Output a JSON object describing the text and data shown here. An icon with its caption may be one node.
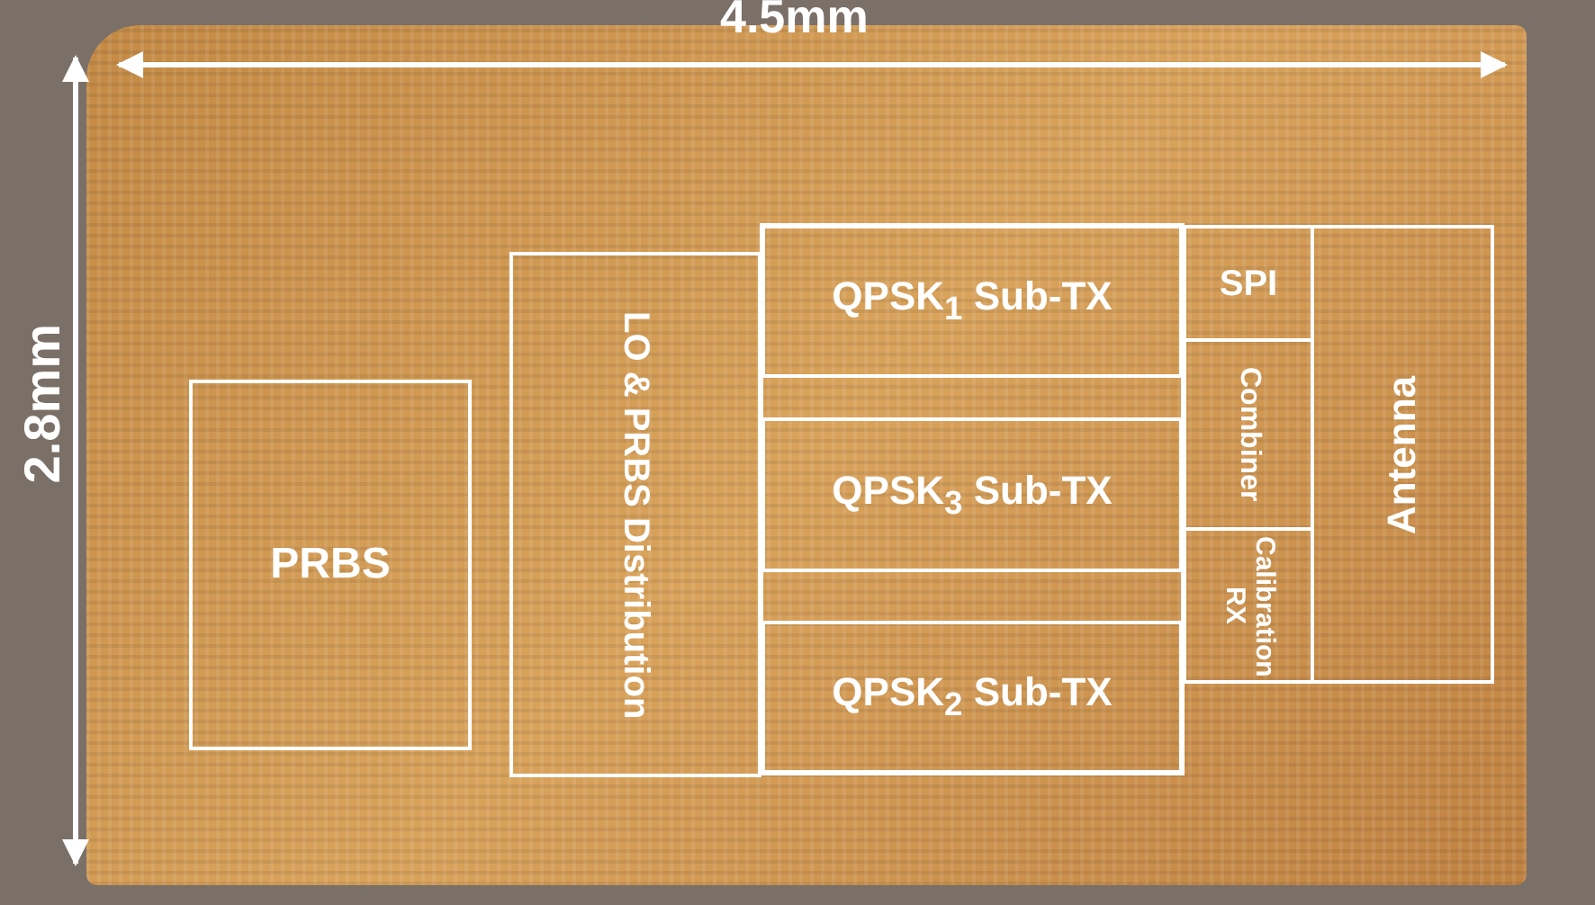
{
  "diagram": {
    "nodes": [
      {
        "text": [
          "PRBS"
        ]
      },
      {
        "text": [
          "LO & PRBS Distribution"
        ]
      },
      {
        "text": [
          "QPSK$_{1}$ Sub-TX"
        ]
      },
      {
        "text": [
          "QPSK$_{3}$ Sub-TX"
        ]
      },
      {
        "text": [
          "QPSK$_{2}$ Sub-TX"
        ]
      },
      {
        "text": [
          "SPI"
        ]
      },
      {
        "text": [
          "Combiner"
        ]
      },
      {
        "text": [
          "Calibration RX"
        ]
      },
      {
        "text": [
          "Antenna"
        ]
      }
    ],
    "labels": [
      "4.5mm",
      "2.8mm"
    ]
  }
}
